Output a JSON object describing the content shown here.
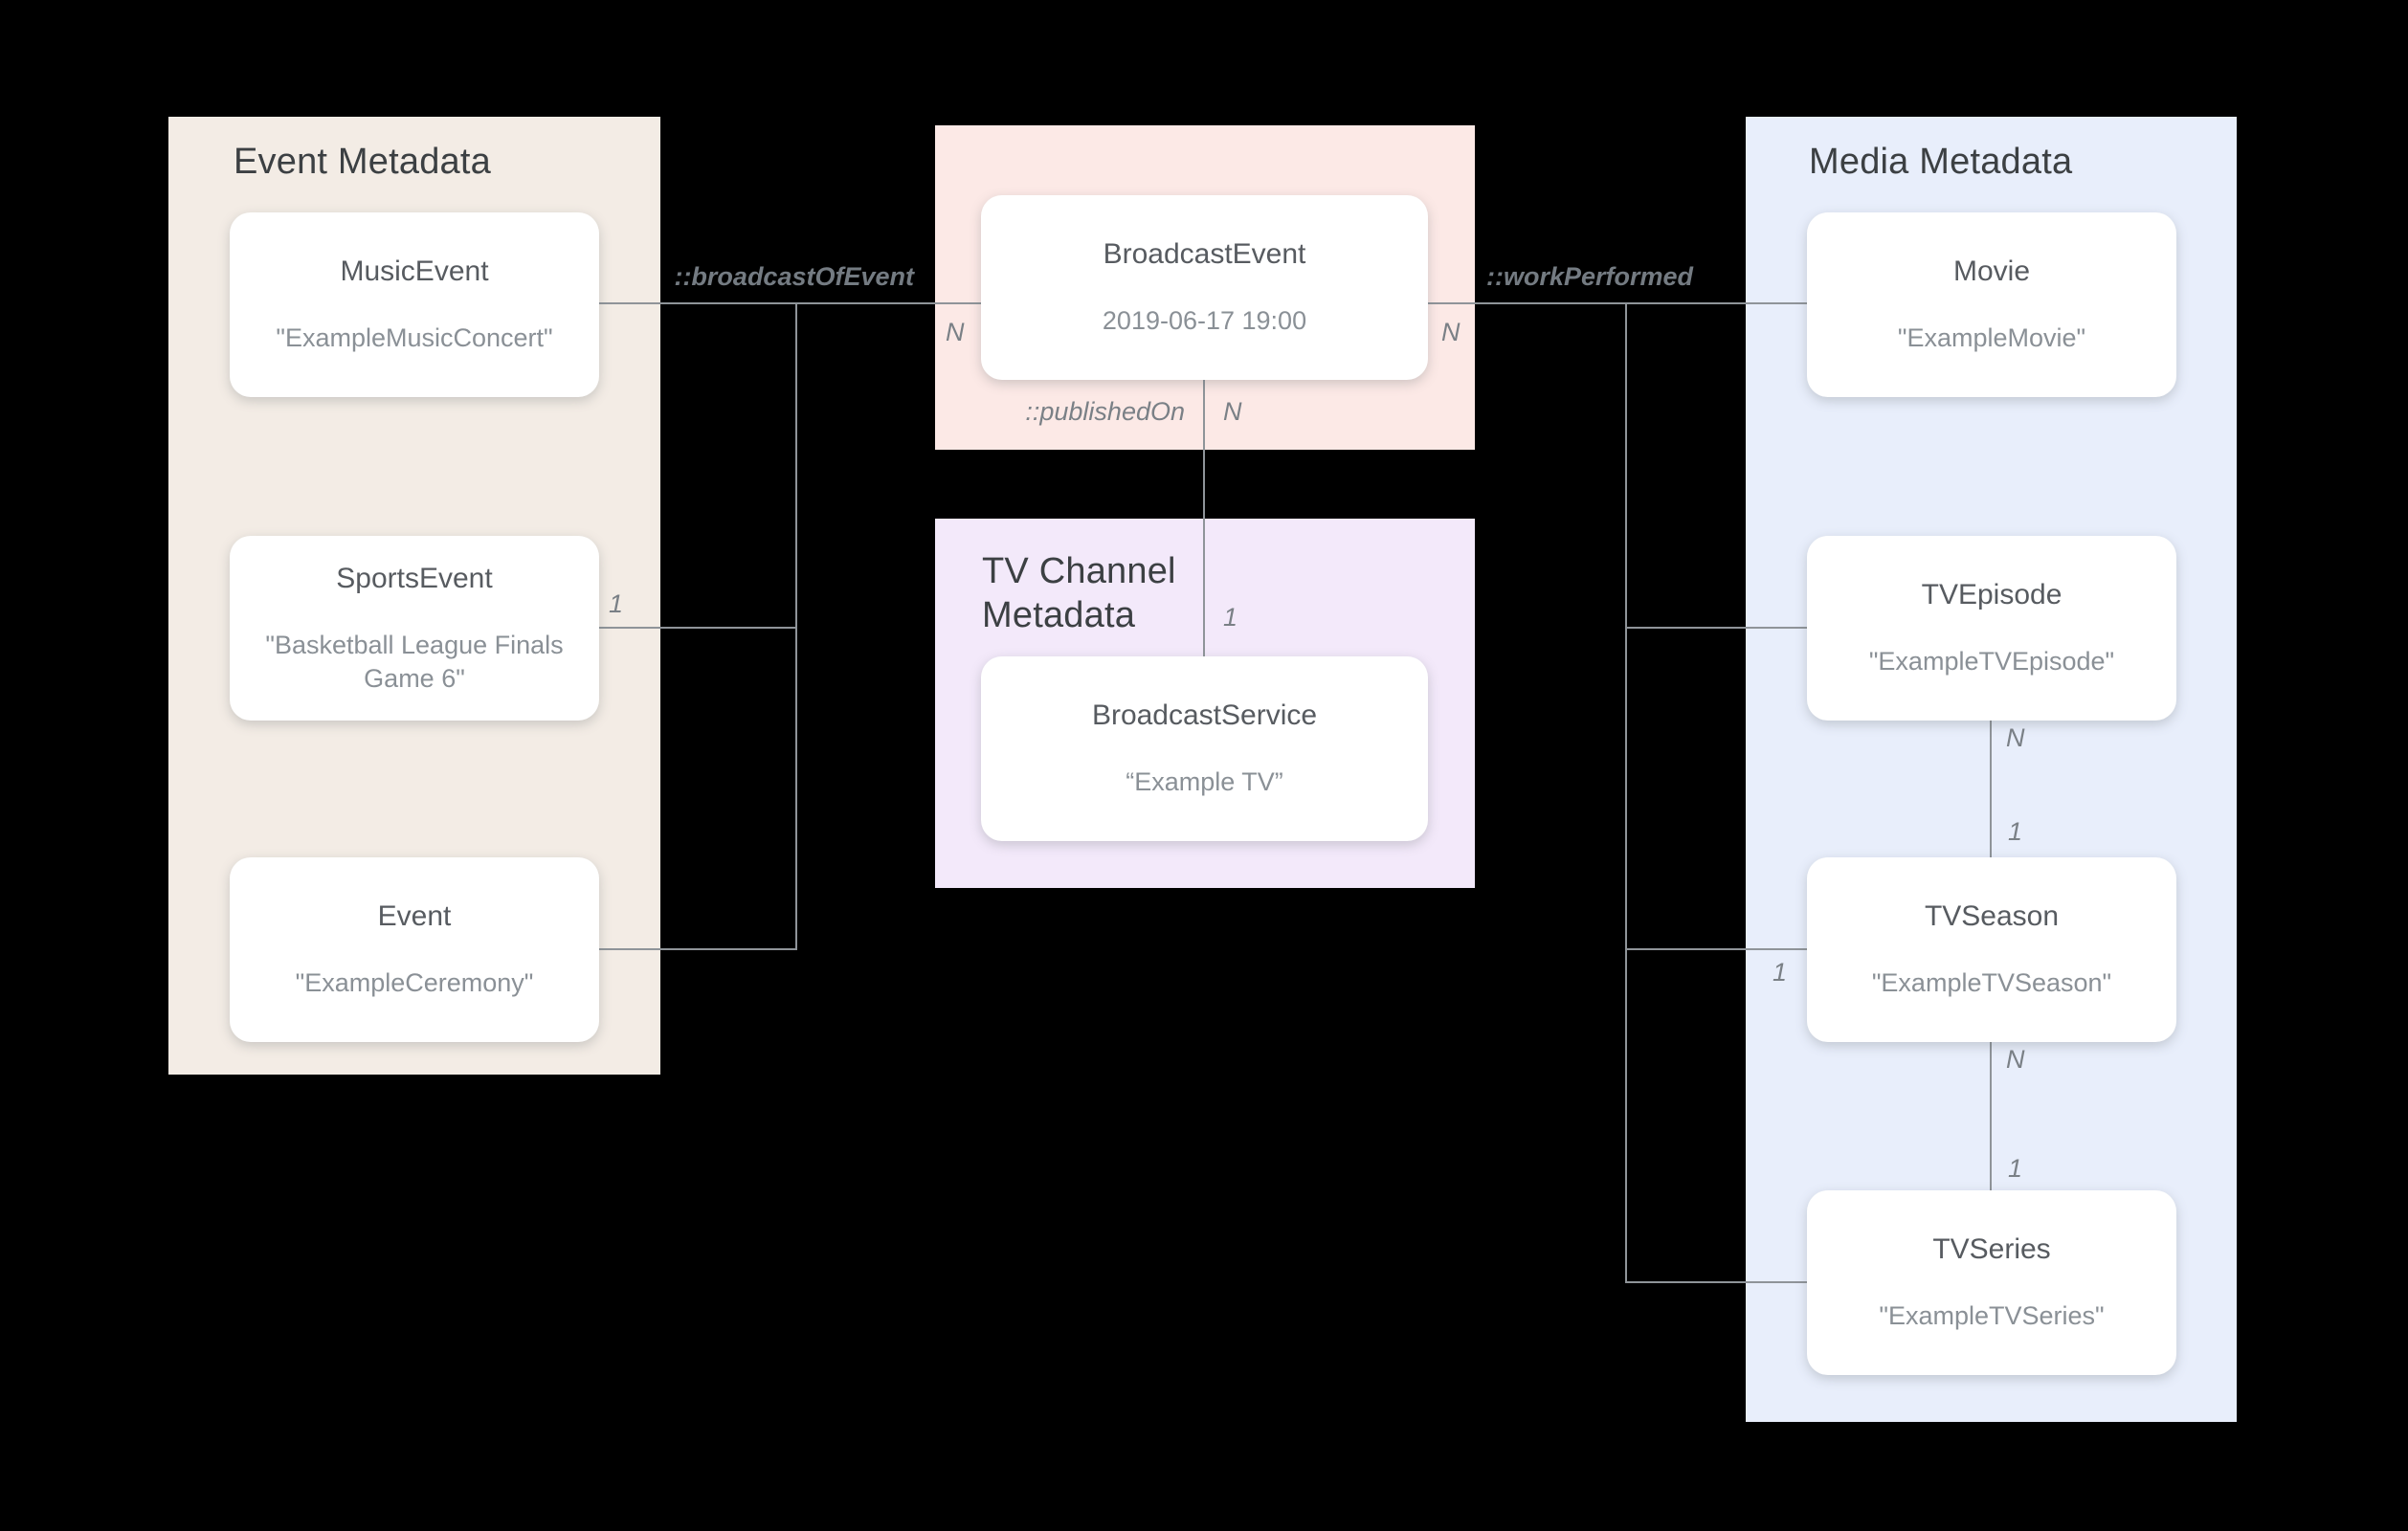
{
  "colors": {
    "background": "#000000",
    "panel-event": "#F3ECE5",
    "panel-broadcast": "#FCE9E6",
    "panel-tvchannel": "#F3E9FA",
    "panel-media": "#E8EEFB",
    "card-bg": "#FFFFFF",
    "line": "#8F9499",
    "panel-title": "#3C4043",
    "card-title": "#575B60",
    "card-subtitle": "#8A9096",
    "relation-label": "#7A8086",
    "relation-label-strong": "#747B82"
  },
  "panels": {
    "event": {
      "title": "Event Metadata"
    },
    "tv_channel": {
      "title": "TV Channel\nMetadata"
    },
    "media": {
      "title": "Media Metadata"
    }
  },
  "cards": {
    "music_event": {
      "title": "MusicEvent",
      "subtitle": "\"ExampleMusicConcert\""
    },
    "sports_event": {
      "title": "SportsEvent",
      "subtitle": "\"Basketball League Finals Game 6\""
    },
    "event": {
      "title": "Event",
      "subtitle": "\"ExampleCeremony\""
    },
    "broadcast_event": {
      "title": "BroadcastEvent",
      "subtitle": "2019-06-17 19:00"
    },
    "broadcast_service": {
      "title": "BroadcastService",
      "subtitle": "“Example TV”"
    },
    "movie": {
      "title": "Movie",
      "subtitle": "\"ExampleMovie\""
    },
    "tv_episode": {
      "title": "TVEpisode",
      "subtitle": "\"ExampleTVEpisode\""
    },
    "tv_season": {
      "title": "TVSeason",
      "subtitle": "\"ExampleTVSeason\""
    },
    "tv_series": {
      "title": "TVSeries",
      "subtitle": "\"ExampleTVSeries\""
    }
  },
  "relations": {
    "broadcast_of_event": "::broadcastOfEvent",
    "published_on": "::publishedOn",
    "work_performed": "::workPerformed"
  },
  "cardinalities": {
    "broadcast_event_left_n": "N",
    "broadcast_event_right_n": "N",
    "published_on_event_n": "N",
    "published_on_service_1": "1",
    "sports_event_1": "1",
    "tv_season_branch_1": "1",
    "episode_season_n": "N",
    "episode_season_1": "1",
    "season_series_n": "N",
    "season_series_1": "1"
  }
}
